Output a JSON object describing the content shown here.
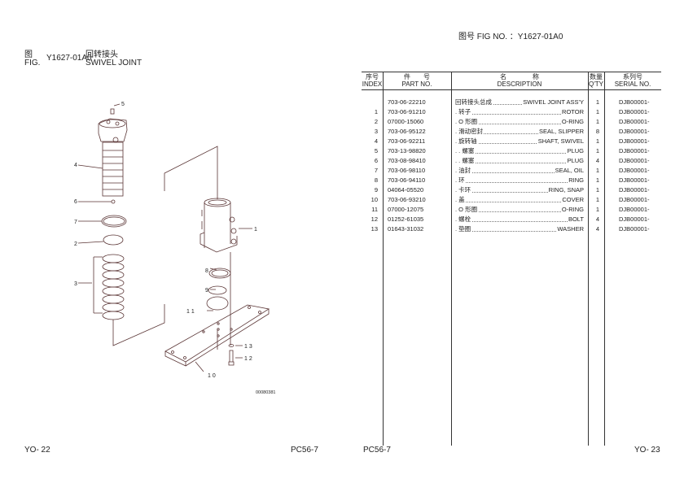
{
  "header": {
    "fig_no_label": "图号 FIG NO. ：Y1627-01A0"
  },
  "left": {
    "fig_cn": "图",
    "fig_en": "FIG.",
    "fig_code": "Y1627-01A0",
    "title_cn": "回转接头",
    "title_en": "SWIVEL JOINT"
  },
  "diagram": {
    "callouts": {
      "c5": "5",
      "c4": "4",
      "c6": "6",
      "c7": "7",
      "c2": "2",
      "c3": "3",
      "c1": "1",
      "c8": "8",
      "c9": "9",
      "c11": "1 1",
      "c13": "1 3",
      "c12": "1 2",
      "c10": "1 0"
    },
    "drawing_no": "00080381",
    "line_color": "#5a3535"
  },
  "table": {
    "headers": {
      "index_cn": "序号",
      "index_en": "INDEX",
      "part_cn": "件　　号",
      "part_en": "PART NO.",
      "desc_cn": "名　　　　称",
      "desc_en": "DESCRIPTION",
      "qty_cn": "数量",
      "qty_en": "Q'TY",
      "serial_cn": "系列号",
      "serial_en": "SERIAL NO."
    },
    "rows": [
      {
        "index": "",
        "part": "703-06-22210",
        "cn": "回转接头总成",
        "en": "SWIVEL JOINT ASS'Y",
        "qty": "1",
        "serial": "DJB00001-"
      },
      {
        "index": "1",
        "part": "703-06-91210",
        "cn": ". 转子",
        "en": "ROTOR",
        "qty": "1",
        "serial": "DJB00001-"
      },
      {
        "index": "2",
        "part": "07000-15060",
        "cn": ". O 形圈",
        "en": "O-RING",
        "qty": "1",
        "serial": "DJB00001-"
      },
      {
        "index": "3",
        "part": "703-06-95122",
        "cn": ". 滑动密封",
        "en": "SEAL, SLIPPER",
        "qty": "8",
        "serial": "DJB00001-"
      },
      {
        "index": "4",
        "part": "703-06-92211",
        "cn": ". 旋转轴",
        "en": "SHAFT, SWIVEL",
        "qty": "1",
        "serial": "DJB00001-"
      },
      {
        "index": "5",
        "part": "703-13-98820",
        "cn": ". . 螺塞",
        "en": "PLUG",
        "qty": "1",
        "serial": "DJB00001-"
      },
      {
        "index": "6",
        "part": "703-08-98410",
        "cn": ". . 螺塞",
        "en": "PLUG",
        "qty": "4",
        "serial": "DJB00001-"
      },
      {
        "index": "7",
        "part": "703-06-98110",
        "cn": ". 油封",
        "en": "SEAL, OIL",
        "qty": "1",
        "serial": "DJB00001-"
      },
      {
        "index": "8",
        "part": "703-06-94110",
        "cn": ". 环",
        "en": "RING",
        "qty": "1",
        "serial": "DJB00001-"
      },
      {
        "index": "9",
        "part": "04064-05520",
        "cn": ". 卡环",
        "en": "RING, SNAP",
        "qty": "1",
        "serial": "DJB00001-"
      },
      {
        "index": "10",
        "part": "703-06-93210",
        "cn": ". 盖",
        "en": "COVER",
        "qty": "1",
        "serial": "DJB00001-"
      },
      {
        "index": "11",
        "part": "07000-12075",
        "cn": ". O 形圈",
        "en": "O-RING",
        "qty": "1",
        "serial": "DJB00001-"
      },
      {
        "index": "12",
        "part": "01252-61035",
        "cn": ". 螺栓",
        "en": "BOLT",
        "qty": "4",
        "serial": "DJB00001-"
      },
      {
        "index": "13",
        "part": "01643-31032",
        "cn": ". 垫圈",
        "en": "WASHER",
        "qty": "4",
        "serial": "DJB00001-"
      }
    ]
  },
  "footer": {
    "left_page": "YO- 22",
    "left_model": "PC56-7",
    "right_model": "PC56-7",
    "right_page": "YO- 23"
  }
}
